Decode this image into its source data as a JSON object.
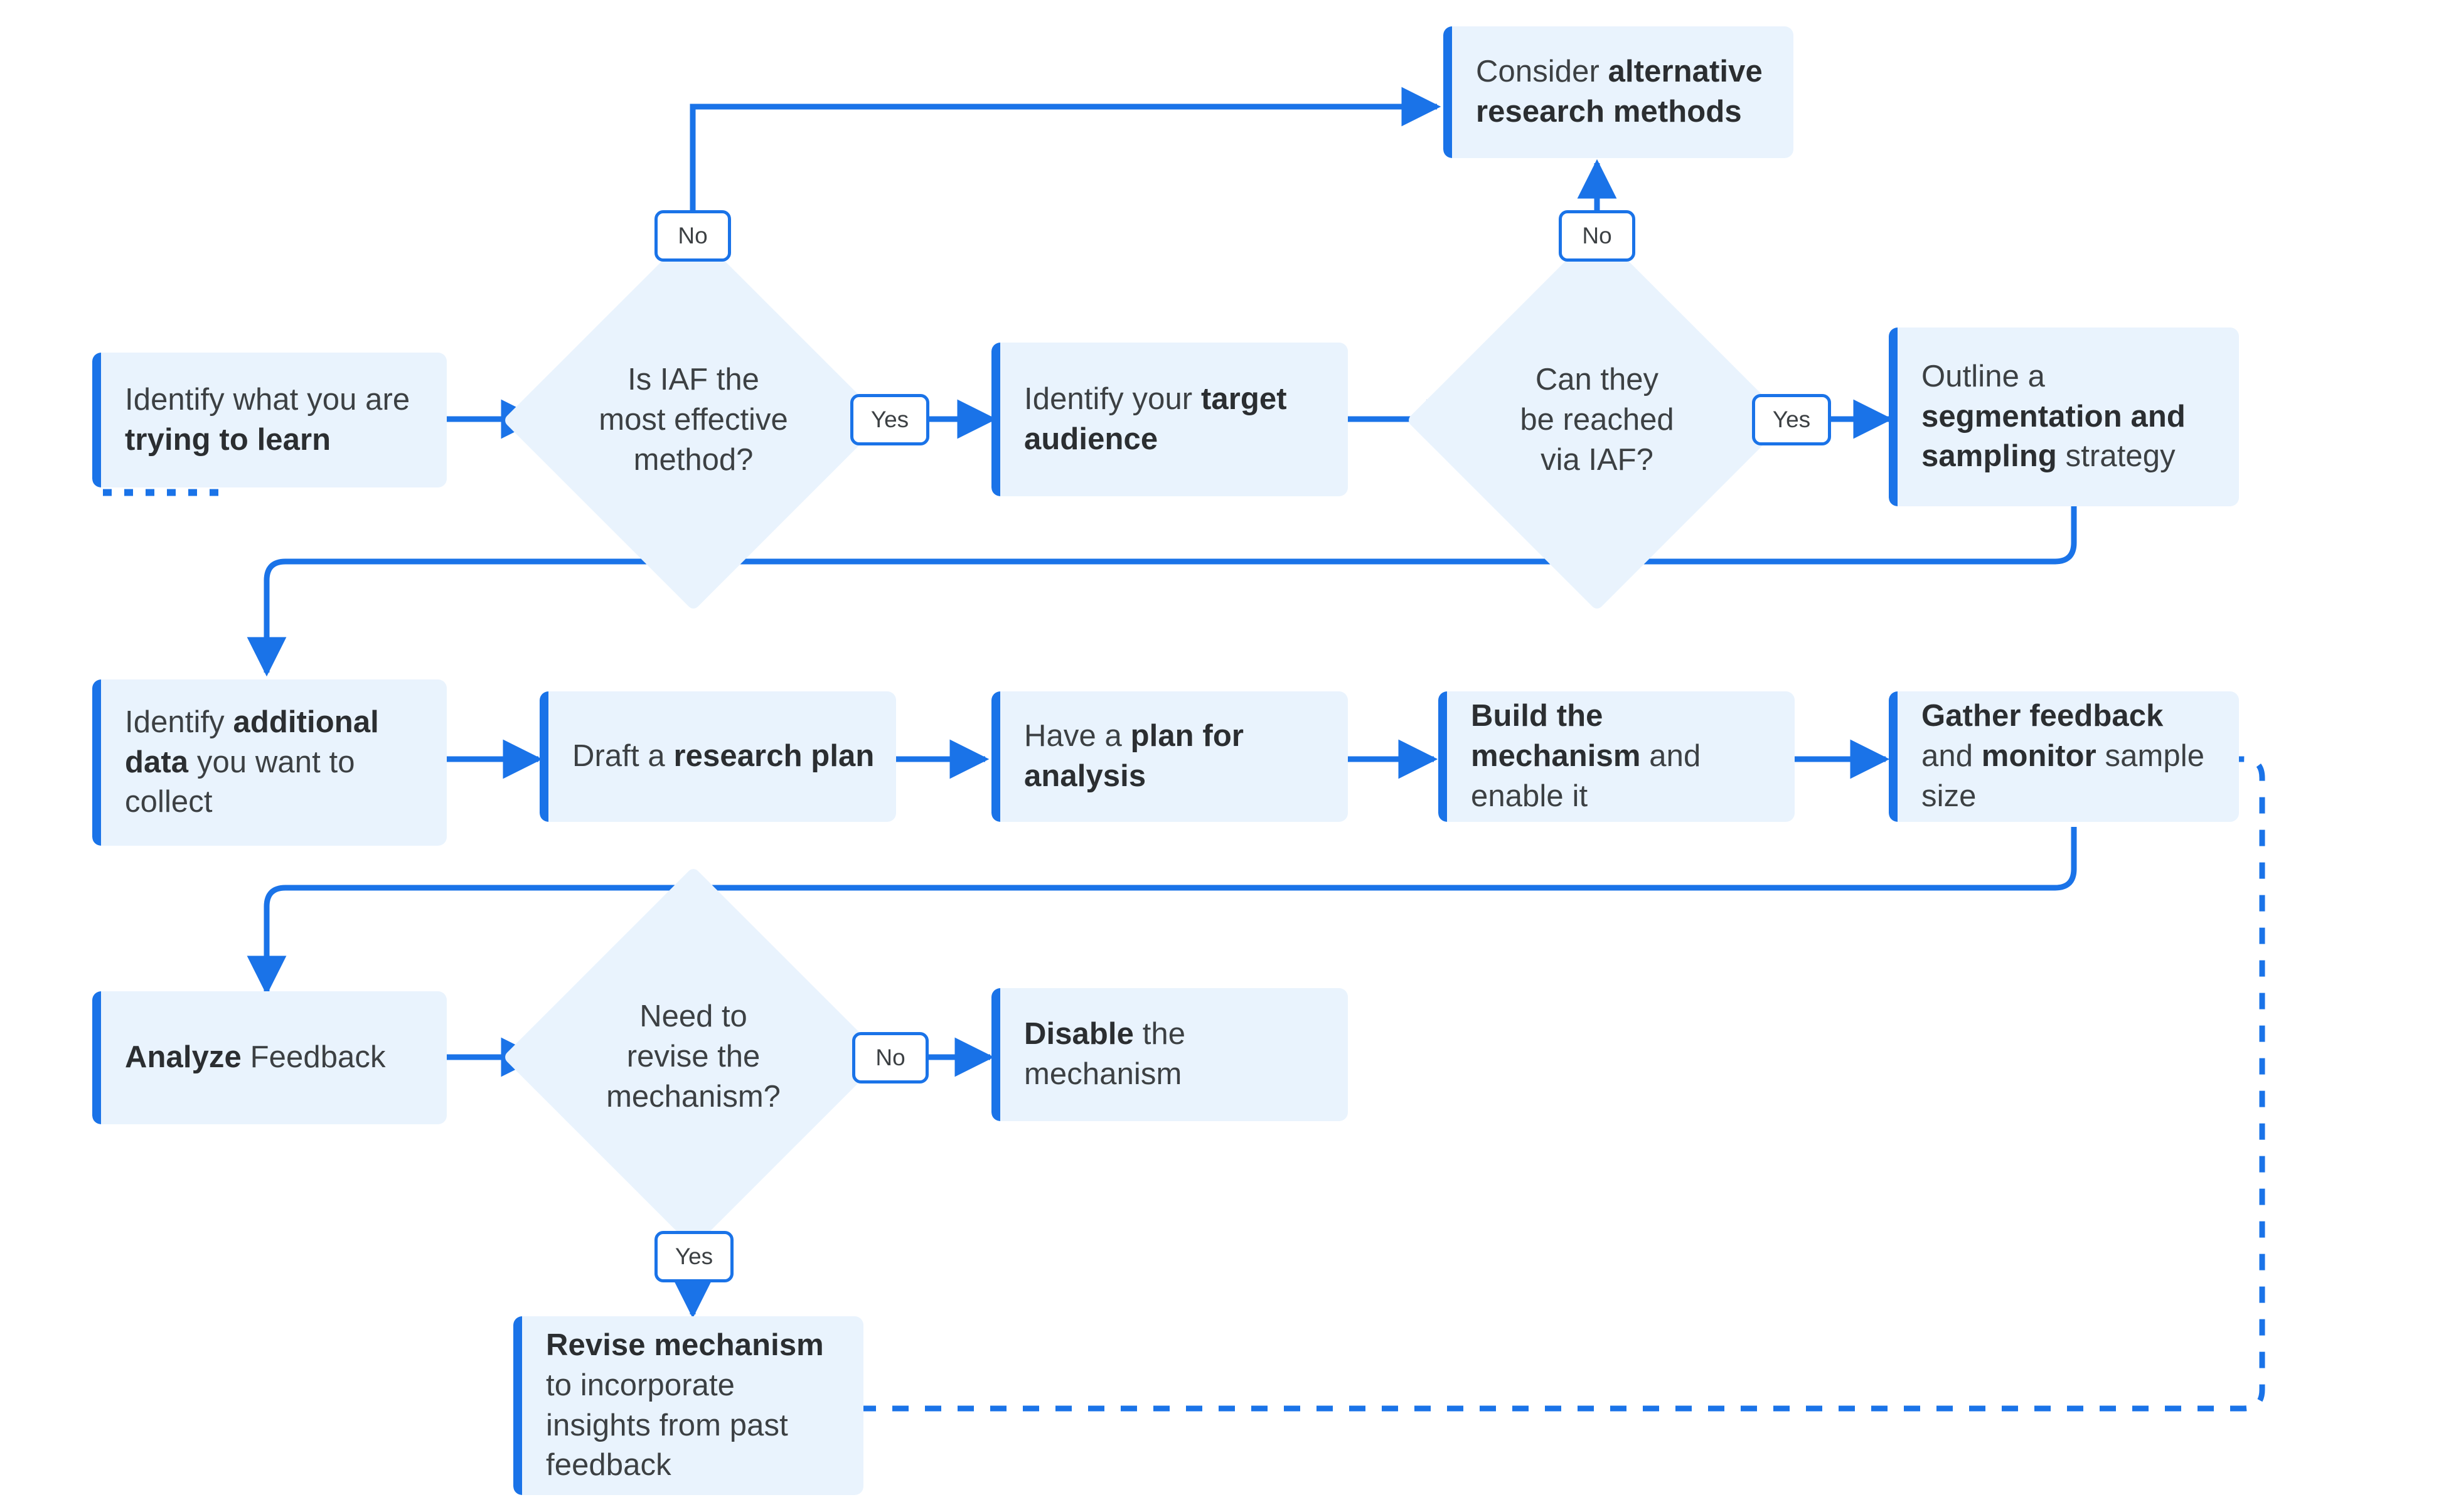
{
  "diagram": {
    "title": "IAF research mechanism flowchart",
    "colors": {
      "accent": "#1a73e8",
      "node_fill": "#e9f3fd",
      "text": "#3c4043",
      "background": "#ffffff"
    }
  },
  "nodes": [
    {
      "id": "identify-learn",
      "type": "process",
      "text_html": "Identify what you are <b>trying to learn</b>"
    },
    {
      "id": "iaf-effective",
      "type": "decision",
      "text": "Is IAF the\nmost effective\nmethod?"
    },
    {
      "id": "alternative-methods",
      "type": "process",
      "text_html": "Consider <b>alternative research methods</b>"
    },
    {
      "id": "target-audience",
      "type": "process",
      "text_html": "Identify your <b>target audience</b>"
    },
    {
      "id": "reached-via-iaf",
      "type": "decision",
      "text": "Can they\nbe reached\nvia IAF?"
    },
    {
      "id": "segmentation",
      "type": "process",
      "text_html": "Outline a <b>segmentation and sampling</b> strategy"
    },
    {
      "id": "additional-data",
      "type": "process",
      "text_html": "Identify <b>additional data</b> you want to collect"
    },
    {
      "id": "research-plan",
      "type": "process",
      "text_html": "Draft a <b>research plan</b>"
    },
    {
      "id": "plan-for-analysis",
      "type": "process",
      "text_html": "Have a <b>plan for analysis</b>"
    },
    {
      "id": "build-mechanism",
      "type": "process",
      "text_html": "<b>Build the mechanism</b> and enable it"
    },
    {
      "id": "gather-feedback",
      "type": "process",
      "text_html": "<b>Gather feedback</b> and <b>monitor</b> sample size"
    },
    {
      "id": "analyze-feedback",
      "type": "process",
      "text_html": "<b>Analyze</b> Feedback"
    },
    {
      "id": "need-revise",
      "type": "decision",
      "text": "Need to\nrevise the\nmechanism?"
    },
    {
      "id": "disable-mechanism",
      "type": "process",
      "text_html": "<b>Disable</b> the mechanism"
    },
    {
      "id": "revise-mechanism",
      "type": "process",
      "text_html": "<b>Revise mechanism</b> to incorporate insights from past feedback"
    }
  ],
  "edge_labels": {
    "iaf_no": "No",
    "iaf_yes": "Yes",
    "reached_no": "No",
    "reached_yes": "Yes",
    "revise_no": "No",
    "revise_yes": "Yes"
  },
  "edges": [
    {
      "from": "identify-learn",
      "to": "iaf-effective",
      "label": ""
    },
    {
      "from": "iaf-effective",
      "to": "alternative-methods",
      "label": "No"
    },
    {
      "from": "iaf-effective",
      "to": "target-audience",
      "label": "Yes"
    },
    {
      "from": "target-audience",
      "to": "reached-via-iaf",
      "label": ""
    },
    {
      "from": "reached-via-iaf",
      "to": "alternative-methods",
      "label": "No"
    },
    {
      "from": "reached-via-iaf",
      "to": "segmentation",
      "label": "Yes"
    },
    {
      "from": "segmentation",
      "to": "additional-data",
      "label": ""
    },
    {
      "from": "additional-data",
      "to": "research-plan",
      "label": ""
    },
    {
      "from": "research-plan",
      "to": "plan-for-analysis",
      "label": ""
    },
    {
      "from": "plan-for-analysis",
      "to": "build-mechanism",
      "label": ""
    },
    {
      "from": "build-mechanism",
      "to": "gather-feedback",
      "label": ""
    },
    {
      "from": "gather-feedback",
      "to": "analyze-feedback",
      "label": ""
    },
    {
      "from": "analyze-feedback",
      "to": "need-revise",
      "label": ""
    },
    {
      "from": "need-revise",
      "to": "disable-mechanism",
      "label": "No"
    },
    {
      "from": "need-revise",
      "to": "revise-mechanism",
      "label": "Yes"
    },
    {
      "from": "revise-mechanism",
      "to": "gather-feedback",
      "label": "",
      "style": "dotted"
    }
  ]
}
